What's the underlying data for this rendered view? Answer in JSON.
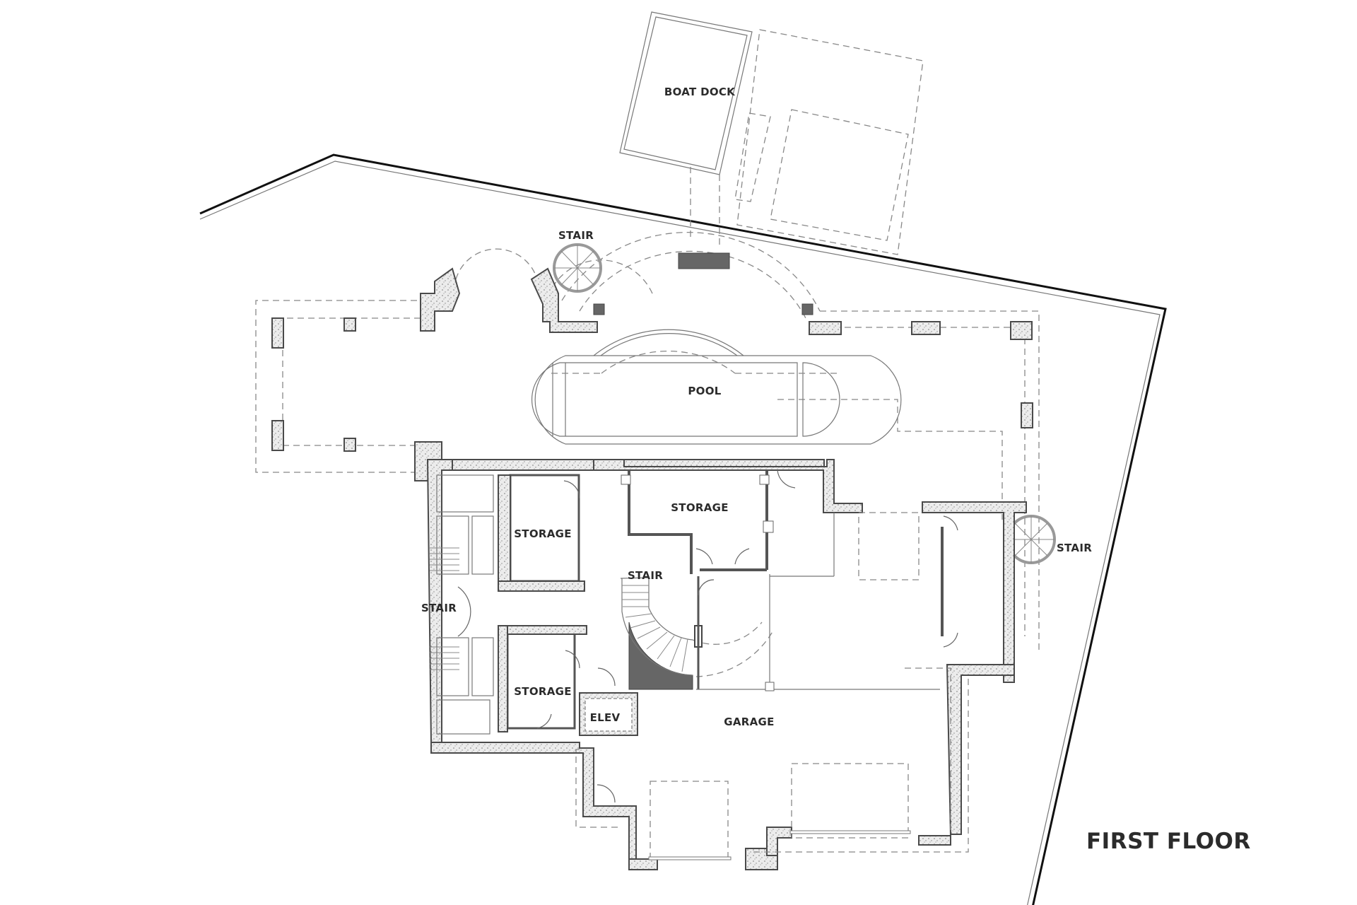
{
  "drawing": {
    "title": "FIRST FLOOR",
    "type": "architectural floor plan",
    "colors": {
      "background": "#ffffff",
      "label_text": "#2b2b2b",
      "wall_outline": "#4a4a4a",
      "property_line": "#111111",
      "dashed_lines": "#888888"
    }
  },
  "rooms": {
    "boat_dock": "BOAT DOCK",
    "stair_top": "STAIR",
    "pool": "POOL",
    "storage_top": "STORAGE",
    "storage_left_upper": "STORAGE",
    "storage_left_lower": "STORAGE",
    "stair_center": "STAIR",
    "stair_left": "STAIR",
    "stair_right": "STAIR",
    "elev": "ELEV",
    "garage": "GARAGE"
  }
}
